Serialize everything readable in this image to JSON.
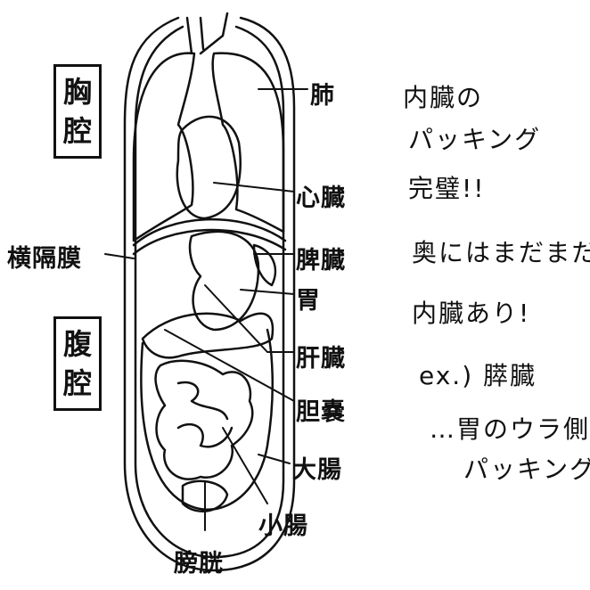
{
  "cavities": {
    "chest": "胸腔",
    "abdomen": "腹腔"
  },
  "organs": {
    "diaphragm": "横隔膜",
    "lung": "肺",
    "heart": "心臓",
    "spleen": "脾臓",
    "stomach": "胃",
    "liver": "肝臓",
    "gallbladder": "胆嚢",
    "large_intestine": "大腸",
    "small_intestine": "小腸",
    "bladder": "膀胱"
  },
  "notes": {
    "line1": "内臓の",
    "line2": "パッキング",
    "line3": "完璧!!",
    "line4": "奥にはまだまだ",
    "line5": "内臓あり!",
    "line6": "ex.) 膵臓",
    "line7": "…胃のウラ側に",
    "line8": "パッキング"
  }
}
